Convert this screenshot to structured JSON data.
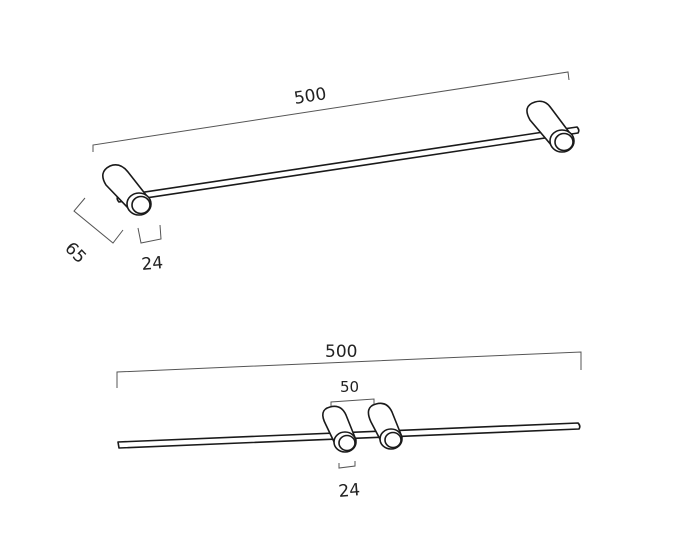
{
  "top_view": {
    "length_label": "500",
    "depth_label": "65",
    "holder_width_label": "24"
  },
  "front_view": {
    "length_label": "500",
    "holder_spacing_label": "50",
    "holder_width_label": "24"
  }
}
